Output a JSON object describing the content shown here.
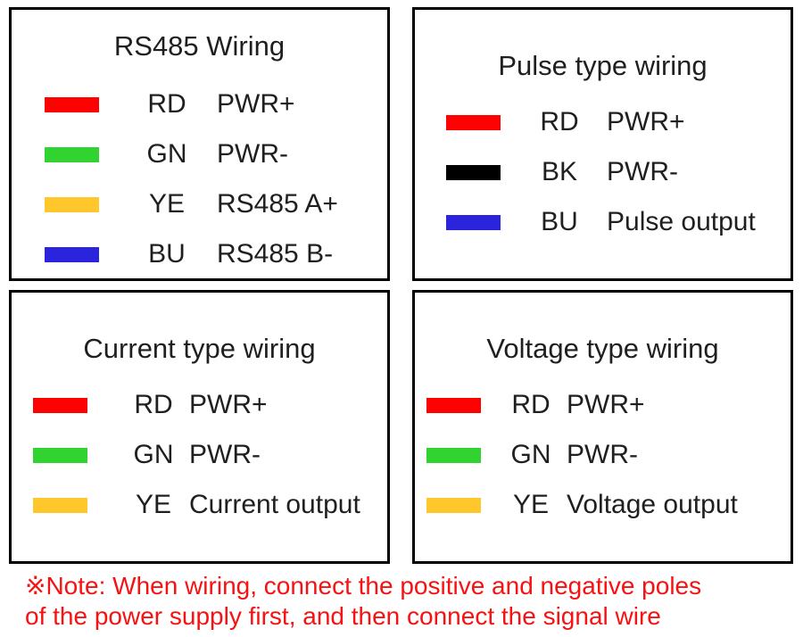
{
  "panels": [
    {
      "title": "RS485 Wiring",
      "rows": [
        {
          "color": "#fe0202",
          "color_name": "red",
          "code": "RD",
          "label": "PWR+"
        },
        {
          "color": "#30d330",
          "color_name": "green",
          "code": "GN",
          "label": "PWR-"
        },
        {
          "color": "#ffc72c",
          "color_name": "yellow",
          "code": "YE",
          "label": "RS485 A+"
        },
        {
          "color": "#2a25dc",
          "color_name": "blue",
          "code": "BU",
          "label": "RS485 B-"
        }
      ]
    },
    {
      "title": "Pulse type wiring",
      "rows": [
        {
          "color": "#fe0202",
          "color_name": "red",
          "code": "RD",
          "label": "PWR+"
        },
        {
          "color": "#000000",
          "color_name": "black",
          "code": "BK",
          "label": "PWR-"
        },
        {
          "color": "#2a25dc",
          "color_name": "blue",
          "code": "BU",
          "label": "Pulse output"
        }
      ]
    },
    {
      "title": "Current type wiring",
      "rows": [
        {
          "color": "#fe0202",
          "color_name": "red",
          "code": "RD",
          "label": "PWR+"
        },
        {
          "color": "#30d330",
          "color_name": "green",
          "code": "GN",
          "label": "PWR-"
        },
        {
          "color": "#ffc72c",
          "color_name": "yellow",
          "code": "YE",
          "label": "Current output"
        }
      ]
    },
    {
      "title": "Voltage type wiring",
      "rows": [
        {
          "color": "#fe0202",
          "color_name": "red",
          "code": "RD",
          "label": "PWR+"
        },
        {
          "color": "#30d330",
          "color_name": "green",
          "code": "GN",
          "label": "PWR-"
        },
        {
          "color": "#ffc72c",
          "color_name": "yellow",
          "code": "YE",
          "label": "Voltage output"
        }
      ]
    }
  ],
  "note": {
    "color": "#f61212",
    "line1": "※Note: When wiring, connect the positive and negative poles",
    "line2": "of the power supply first, and then connect the signal wire"
  }
}
